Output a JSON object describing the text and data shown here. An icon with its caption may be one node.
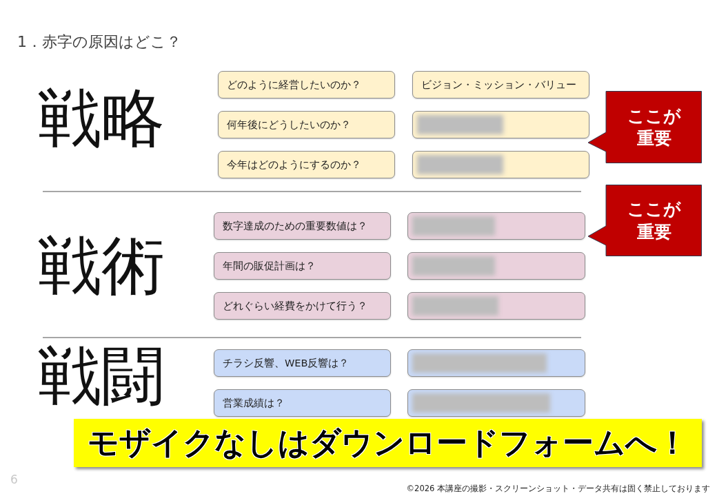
{
  "diagram": {
    "title": "1．赤字の原因はどこ？",
    "nodes": [
      {
        "text": [
          "どのように経営したいのか？"
        ]
      },
      {
        "text": [
          "ビジョン・ミッション・バリュー"
        ]
      },
      {
        "text": [
          "ここが重要"
        ]
      },
      {
        "text": [
          "何年後にどうしたいのか？"
        ]
      },
      {
        "text": [],
        "shape": "box"
      },
      {
        "text": [
          "今年はどのようにするのか？"
        ]
      },
      {
        "text": [],
        "shape": "box"
      },
      {
        "text": [
          "ここが重要"
        ]
      },
      {
        "text": [
          "数字達成のための重要数値は？"
        ]
      },
      {
        "text": [],
        "shape": "box"
      },
      {
        "text": [
          "年間の販促計画は？"
        ]
      },
      {
        "text": [],
        "shape": "box"
      },
      {
        "text": [
          "どれぐらい経費をかけて行う？"
        ]
      },
      {
        "text": [],
        "shape": "box"
      },
      {
        "text": [
          "チラシ反響、WEB反響は？"
        ]
      },
      {
        "text": [],
        "shape": "box"
      },
      {
        "text": [
          "営業成績は？"
        ]
      },
      {
        "text": [],
        "shape": "box"
      }
    ],
    "labels": [
      "戦略",
      "戦術",
      "戦闘",
      "モザイクなしはダウンロードフォームへ！",
      "6",
      "©2026 本講座の撮影・スクリーンショット・データ共有は固く禁止しております"
    ]
  }
}
